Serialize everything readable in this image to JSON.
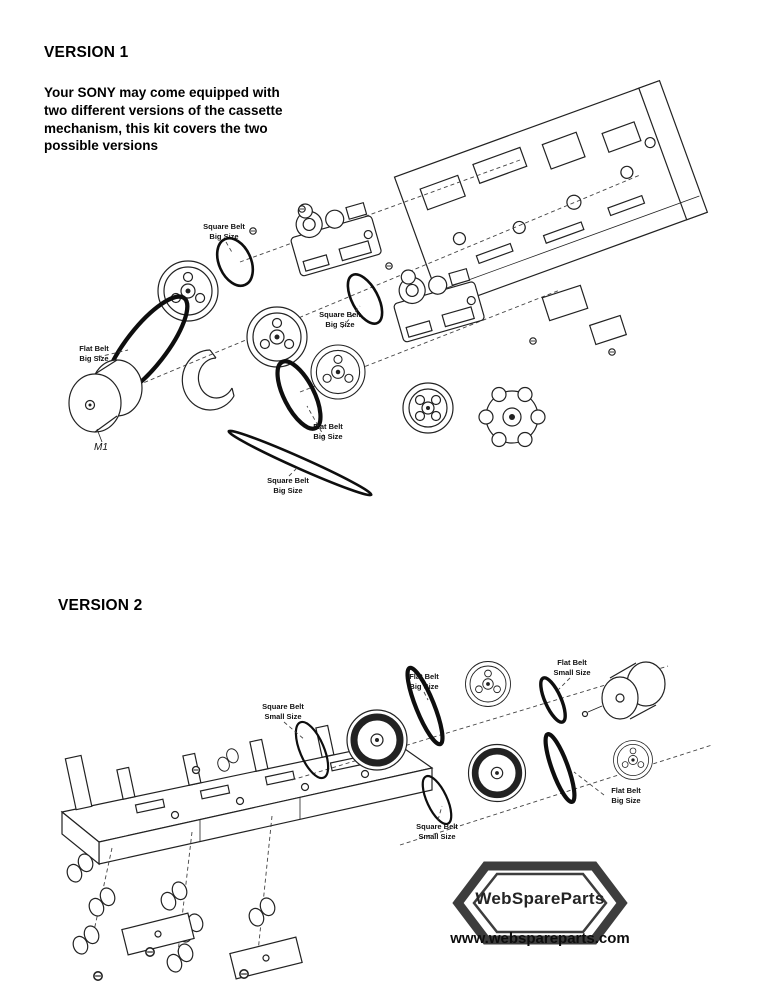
{
  "version1": {
    "heading": "VERSION 1",
    "description": "Your SONY may come equipped with\ntwo different versions of the cassette\nmechanism, this kit covers the two\npossible versions",
    "labels": {
      "square_belt_big_1": "Square Belt\nBig Size",
      "square_belt_big_2": "Square Belt\nBig Size",
      "flat_belt_big_1": "Flat Belt\nBig Size",
      "flat_belt_big_2": "Flat Belt\nBig Size",
      "square_belt_big_3": "Square Belt\nBig Size",
      "motor": "M1"
    }
  },
  "version2": {
    "heading": "VERSION 2",
    "labels": {
      "flat_belt_big_a": "Flat Belt\nBig Size",
      "flat_belt_small": "Flat Belt\nSmall Size",
      "square_belt_small_a": "Square Belt\nSmall Size",
      "flat_belt_big_b": "Flat Belt\nBig Size",
      "square_belt_small_b": "Square Belt\nSmall Size"
    }
  },
  "footer": {
    "brand": "WebSpareParts",
    "website": "www.webspareparts.com"
  }
}
